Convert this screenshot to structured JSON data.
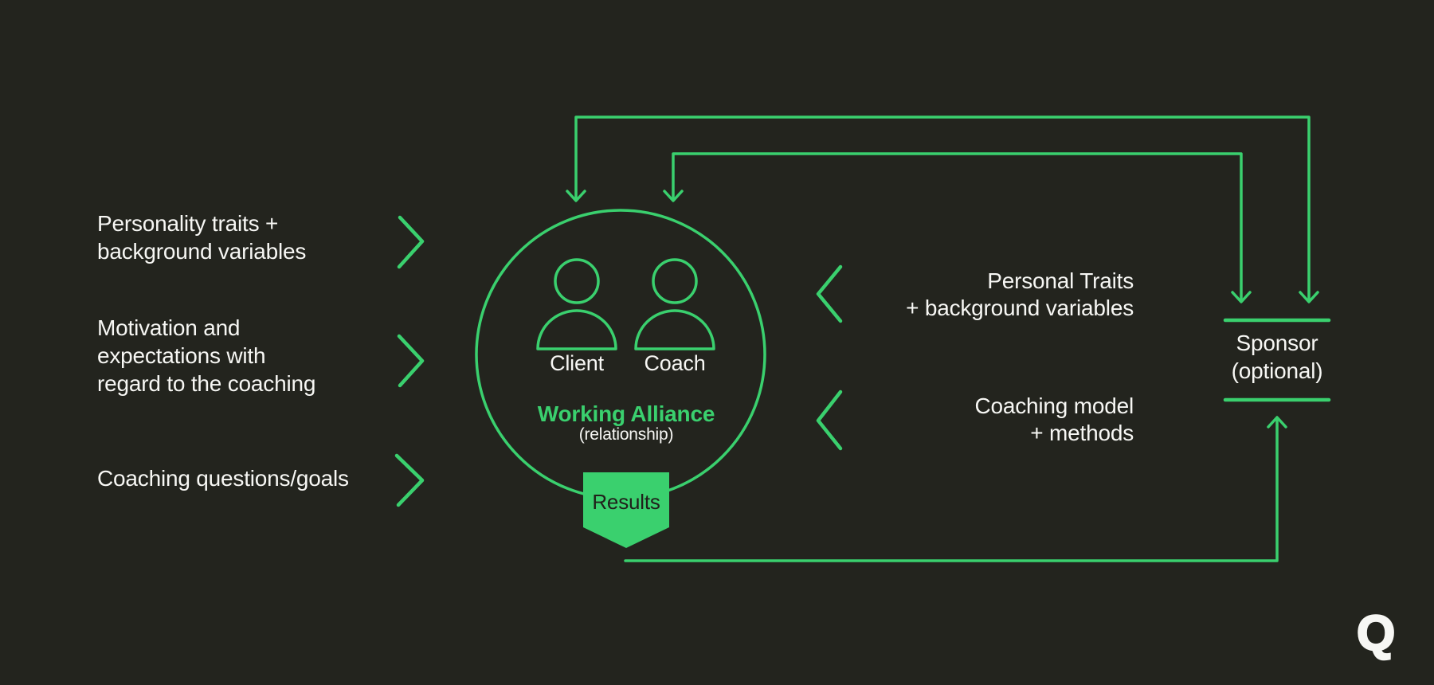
{
  "colors": {
    "bg": "#23241e",
    "accent": "#3ad06e",
    "text": "#f7f7f4",
    "banner_text": "#20211b"
  },
  "inputs_left": {
    "items": [
      {
        "label": "Personality traits +\nbackground  variables"
      },
      {
        "label": "Motivation and\nexpectations with\nregard to the coaching"
      },
      {
        "label": "Coaching questions/goals"
      }
    ]
  },
  "alliance": {
    "client_label": "Client",
    "coach_label": "Coach",
    "title": "Working Alliance",
    "subtitle": "(relationship)",
    "results_label": "Results"
  },
  "moderators_right": {
    "items": [
      {
        "label": "Personal Traits\n+ background variables"
      },
      {
        "label": "Coaching model\n+ methods"
      }
    ]
  },
  "sponsor": {
    "label": "Sponsor\n(optional)"
  },
  "logo": {
    "letter": "Q"
  }
}
